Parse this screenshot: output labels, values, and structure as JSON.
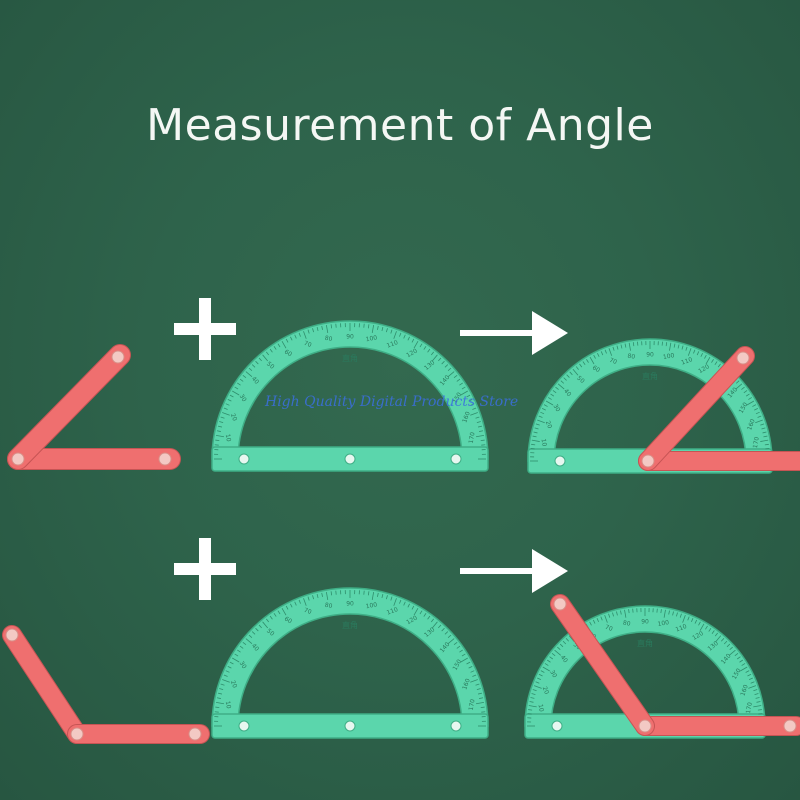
{
  "title": "Measurement of Angle",
  "watermark": "High Quality Digital Products Store",
  "protractor_label": "直角",
  "protractor_scale": [
    "10",
    "20",
    "30",
    "40",
    "50",
    "60",
    "70",
    "80",
    "90",
    "100",
    "110",
    "120",
    "130",
    "140",
    "150",
    "160",
    "170"
  ],
  "colors": {
    "background": "#2c604a",
    "protractor": "#5bd6ac",
    "protractor_edge": "#3fae86",
    "stick": "#ef6f6f",
    "stick_edge": "#c65454",
    "pivot": "#f3c9c4",
    "symbol": "#ffffff"
  },
  "rows": [
    {
      "angle_kind": "acute",
      "operator": "+",
      "result_arrow": "→"
    },
    {
      "angle_kind": "obtuse",
      "operator": "+",
      "result_arrow": "→"
    }
  ]
}
